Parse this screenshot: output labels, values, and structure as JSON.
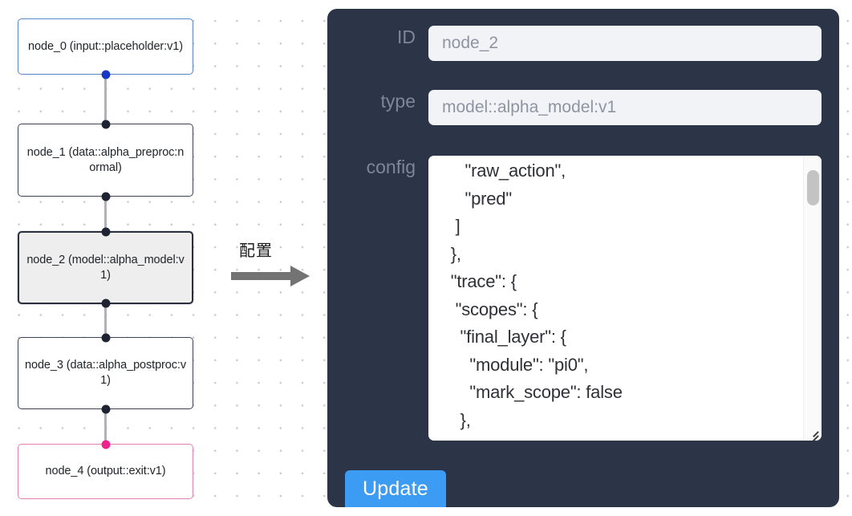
{
  "graph": {
    "nodes": [
      {
        "id": "node_0",
        "label": "node_0\n(input::placeholder:v1)",
        "kind": "input",
        "selected": false
      },
      {
        "id": "node_1",
        "label": "node_1\n(data::alpha_preproc:normal)",
        "kind": "default",
        "selected": false
      },
      {
        "id": "node_2",
        "label": "node_2\n(model::alpha_model:v1)",
        "kind": "default",
        "selected": true
      },
      {
        "id": "node_3",
        "label": "node_3\n(data::alpha_postproc:v1)",
        "kind": "default",
        "selected": false
      },
      {
        "id": "node_4",
        "label": "node_4\n(output::exit:v1)",
        "kind": "output",
        "selected": false
      }
    ],
    "edges": [
      {
        "source": "node_0",
        "target": "node_1"
      },
      {
        "source": "node_1",
        "target": "node_2"
      },
      {
        "source": "node_2",
        "target": "node_3"
      },
      {
        "source": "node_3",
        "target": "node_4"
      }
    ],
    "colors": {
      "input_border": "#5b86c5",
      "output_border": "#e481b4",
      "default_border": "#3d4357",
      "selected_fill": "#eeeeee",
      "handle": "#1f2433",
      "handle_input": "#1a38c8",
      "handle_output": "#f0228c",
      "edge": "#b1b1b7",
      "grid_dot": "#c8c8d0"
    }
  },
  "annotation": {
    "text": "配置",
    "arrow": "right-arrow"
  },
  "panel": {
    "background": "#2b3547",
    "fields": [
      {
        "label": "ID",
        "value": "node_2"
      },
      {
        "label": "type",
        "value": "model::alpha_model:v1"
      }
    ],
    "config": {
      "label": "config",
      "value": "      \"raw_action\",\n      \"pred\"\n    ]\n   },\n   \"trace\": {\n    \"scopes\": {\n     \"final_layer\": {\n       \"module\": \"pi0\",\n       \"mark_scope\": false\n     },\n     \"action_model\": {"
    },
    "update_label": "Update",
    "accent": "#3c9cf4"
  }
}
